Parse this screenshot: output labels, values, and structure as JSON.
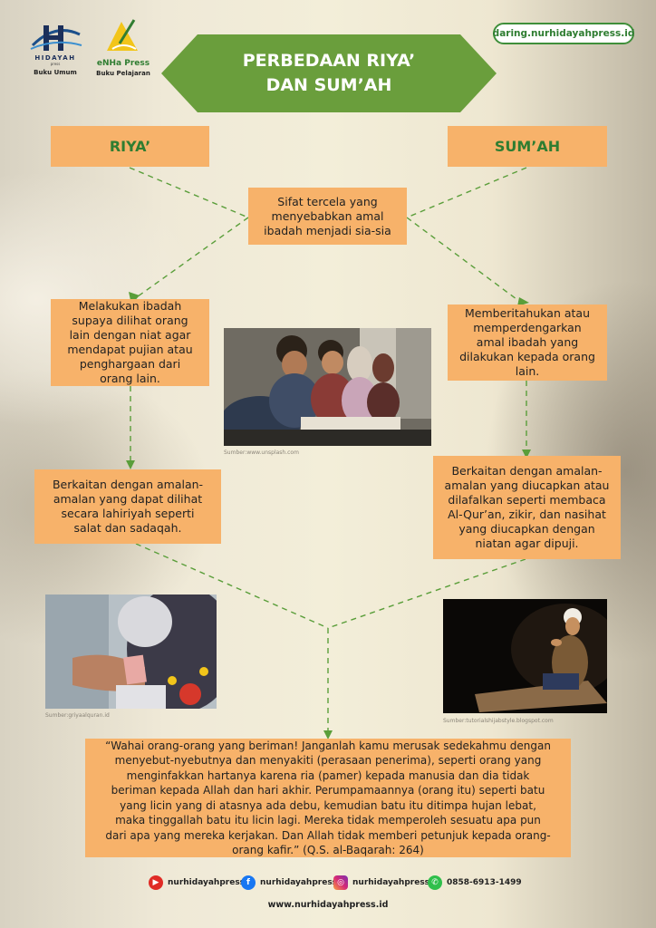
{
  "publisher": {
    "hidayah_logo": "HIDAYAH",
    "hidayah_sub": "press",
    "hidayah_caption": "Buku Umum",
    "enha_logo": "eNHa Press",
    "enha_caption": "Buku Pelajaran"
  },
  "website_pill": "daring.nurhidayahpress.id",
  "title": {
    "line1": "PERBEDAAN RIYA’",
    "line2": "DAN SUM’AH"
  },
  "headers": {
    "riya": "RIYA’",
    "sumah": "SUM’AH"
  },
  "center_box": "Sifat tercela yang menyebabkan amal ibadah menjadi sia-sia",
  "riya": {
    "def": "Melakukan ibadah supaya dilihat orang lain dengan niat agar mendapat pujian atau penghargaan dari orang lain.",
    "related": "Berkaitan dengan amalan-amalan yang dapat dilihat secara lahiriyah seperti salat dan sadaqah."
  },
  "sumah": {
    "def": "Memberitahukan atau memperdengarkan amal ibadah yang dilakukan kepada orang lain.",
    "related": "Berkaitan dengan amalan-amalan yang diucapkan atau dilafalkan seperti membaca Al-Qur’an, zikir, dan nasihat yang diucapkan dengan niatan agar dipuji."
  },
  "sources": {
    "photo_center": "Sumber:www.unsplash.com",
    "photo_left": "Sumber:griyaalquran.id",
    "photo_right": "Sumber:tutorialshijabstyle.blogspot.com"
  },
  "quote": "“Wahai orang-orang yang beriman! Janganlah kamu merusak sedekahmu dengan menyebut-nyebutnya dan menyakiti (perasaan penerima), seperti orang yang menginfakkan hartanya karena ria (pamer) kepada manusia dan dia tidak beriman kepada Allah dan hari akhir. Perumpamaannya (orang itu) seperti batu yang licin yang di atasnya ada debu, kemudian batu itu ditimpa hujan lebat, maka tinggallah batu itu licin lagi. Mereka tidak memperoleh sesuatu apa pun dari apa yang mereka kerjakan. Dan Allah tidak memberi petunjuk kepada orang-orang kafir.” (Q.S. al-Baqarah: 264)",
  "social": {
    "youtube": "nurhidayahpress",
    "facebook": "nurhidayahpress",
    "instagram": "nurhidayahpress",
    "whatsapp": "0858-6913-1499"
  },
  "footer_url": "www.nurhidayahpress.id",
  "colors": {
    "box": "#f7b26a",
    "title_green": "#6a9e3c",
    "header_text": "#2f7d31",
    "connector": "#5a9e3a"
  }
}
